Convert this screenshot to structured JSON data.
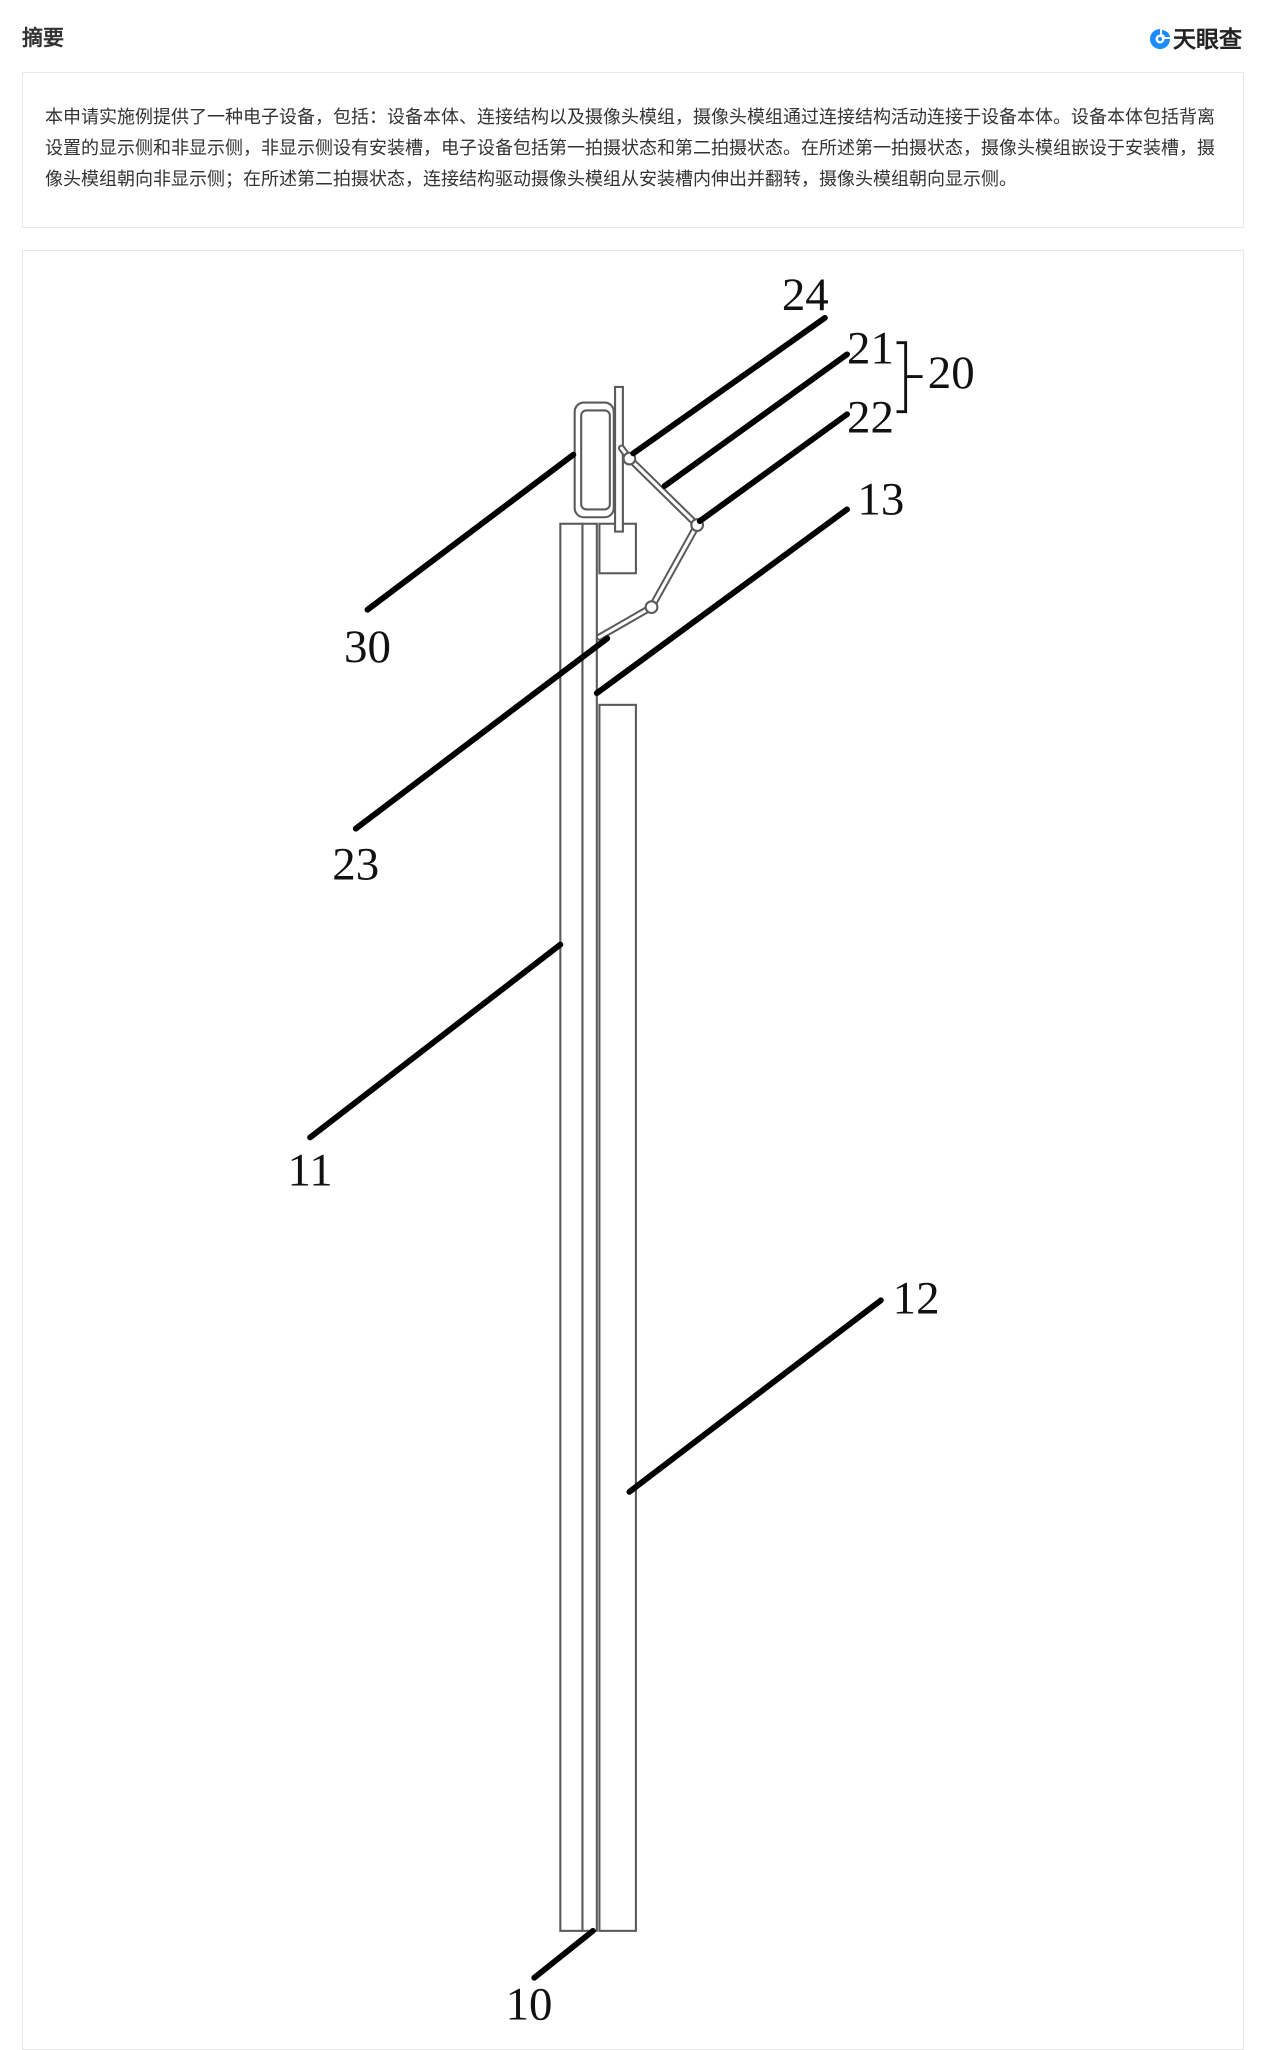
{
  "header": {
    "title": "摘要",
    "logo_text": "天眼查",
    "logo_icon": "tianyancha-swirl-icon"
  },
  "abstract": {
    "text": "本申请实施例提供了一种电子设备，包括：设备本体、连接结构以及摄像头模组，摄像头模组通过连接结构活动连接于设备本体。设备本体包括背离设置的显示侧和非显示侧，非显示侧设有安装槽，电子设备包括第一拍摄状态和第二拍摄状态。在所述第一拍摄状态，摄像头模组嵌设于安装槽，摄像头模组朝向非显示侧；在所述第二拍摄状态，连接结构驱动摄像头模组从安装槽内伸出并翻转，摄像头模组朝向显示侧。"
  },
  "figure": {
    "labels": {
      "l24": "24",
      "l21": "21",
      "l20": "20",
      "l22": "22",
      "l13": "13",
      "l30": "30",
      "l23": "23",
      "l11": "11",
      "l12": "12",
      "l10": "10"
    }
  },
  "colors": {
    "logo_accent": "#1a8cff",
    "text": "#333333",
    "border": "#e8e8e8"
  }
}
